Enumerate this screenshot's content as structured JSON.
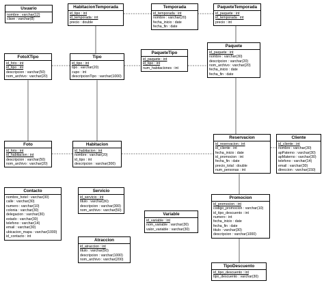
{
  "entities": {
    "usuario": {
      "name": "Usuario",
      "attrs": [
        "nombre : varchar(12)",
        "clave : varchar(8)"
      ]
    },
    "habitacion_temporada": {
      "name": "HabitacionTemporada",
      "attrs": [
        "id_tipo : int",
        "id_temporada : int",
        "precio : double"
      ]
    },
    "temporada": {
      "name": "Temporada",
      "attrs": [
        "id_temporada : int",
        "nombre : varchar(20)",
        "fecha_inicio : date",
        "fecha_fin : date"
      ]
    },
    "paquete_temporada": {
      "name": "PaqueteTemporada",
      "attrs": [
        "id_paquete : int",
        "id_temporada : int",
        "precio : int"
      ]
    },
    "foto_x_tipo": {
      "name": "FotoXTipo",
      "attrs": [
        "id_foto : int",
        "id_tipo : int",
        "descripcion : varchar(50)",
        "nom_archivo : varchar(20)"
      ]
    },
    "tipo": {
      "name": "Tipo",
      "attrs": [
        "id_tipo : int",
        "tipo : varchar(20)",
        "cupo : int",
        "descripcionTipo : varchar(1000)"
      ]
    },
    "paquete_tipo": {
      "name": "PaqueteTipo",
      "attrs": [
        "id_paquete : int",
        "id_tipo : int",
        "num_habitaciones : int"
      ]
    },
    "paquete": {
      "name": "Paquete",
      "attrs": [
        "id_paquete : int",
        "nombre : varchar(30)",
        "descripcion : varchar(20)",
        "nom_archivo : varchar(20)",
        "fecha_inicio : date",
        "fecha_fin : date"
      ]
    },
    "foto": {
      "name": "Foto",
      "attrs": [
        "id_foto : int",
        "id_habitacion : int",
        "descripcion : varchar(50)",
        "nom_archivo : varchar(20)"
      ]
    },
    "habitacion": {
      "name": "Habitacion",
      "attrs": [
        "id_habitacion : int",
        "nombre : varchar(20)",
        "id_tipo : int",
        "descripcion : varchar(300)"
      ]
    },
    "reservacion": {
      "name": "Reservacion",
      "attrs": [
        "id_reservacion : int",
        "id_cliente : int",
        "fecha_inicio : date",
        "id_promocion : int",
        "fecha_fin : date",
        "precio_total : double",
        "num_personas : int"
      ]
    },
    "cliente": {
      "name": "Cliente",
      "attrs": [
        "id_cliente : int",
        "nombre : varchar(30)",
        "apPaterno : varchar(30)",
        "apMaterno : varchar(30)",
        "telefono : varchar(14)",
        "email : varchar(30)",
        "direccion : varchar(150)"
      ]
    },
    "contacto": {
      "name": "Contacto",
      "attrs": [
        "nombre_hotel : varchar(30)",
        "calle : varchar(30)",
        "numero : varchar(10)",
        "colonia : varchar(30)",
        "delegacion : varchar(30)",
        "estado : varchar(30)",
        "telefono : varchar(14)",
        "email : varchar(30)",
        "ubicacion_mapa : varchar(1000)",
        "id_contacto : int"
      ]
    },
    "servicio": {
      "name": "Servicio",
      "attrs": [
        "id_servicio : int",
        "titulo : varchar(30)",
        "descripcion : varchar(300)",
        "nom_archivo : varchar(50)"
      ]
    },
    "variable": {
      "name": "Variable",
      "attrs": [
        "id_variable : int",
        "nom_variable : varchar(30)",
        "valor_variable : varchar(30)"
      ]
    },
    "promocion": {
      "name": "Promocion",
      "attrs": [
        "id_promocion : int",
        "codigo_promocion : varchar(10)",
        "id_tipo_descuento : int",
        "numero : int",
        "fecha_inicio : date",
        "fecha_fin : date",
        "titulo : varchar(30)",
        "descripcion : varchar(1000)"
      ]
    },
    "atraccion": {
      "name": "Atraccion",
      "attrs": [
        "id_atraccion : int",
        "titulo : varchar(50)",
        "descripcion : varchar(1000)",
        "nom_archivo : varchar(200)"
      ]
    },
    "tipo_descuento": {
      "name": "TipoDescuento",
      "attrs": [
        "id_tipo_descuento : int",
        "tipo_descuento : varchar(30)"
      ]
    }
  }
}
